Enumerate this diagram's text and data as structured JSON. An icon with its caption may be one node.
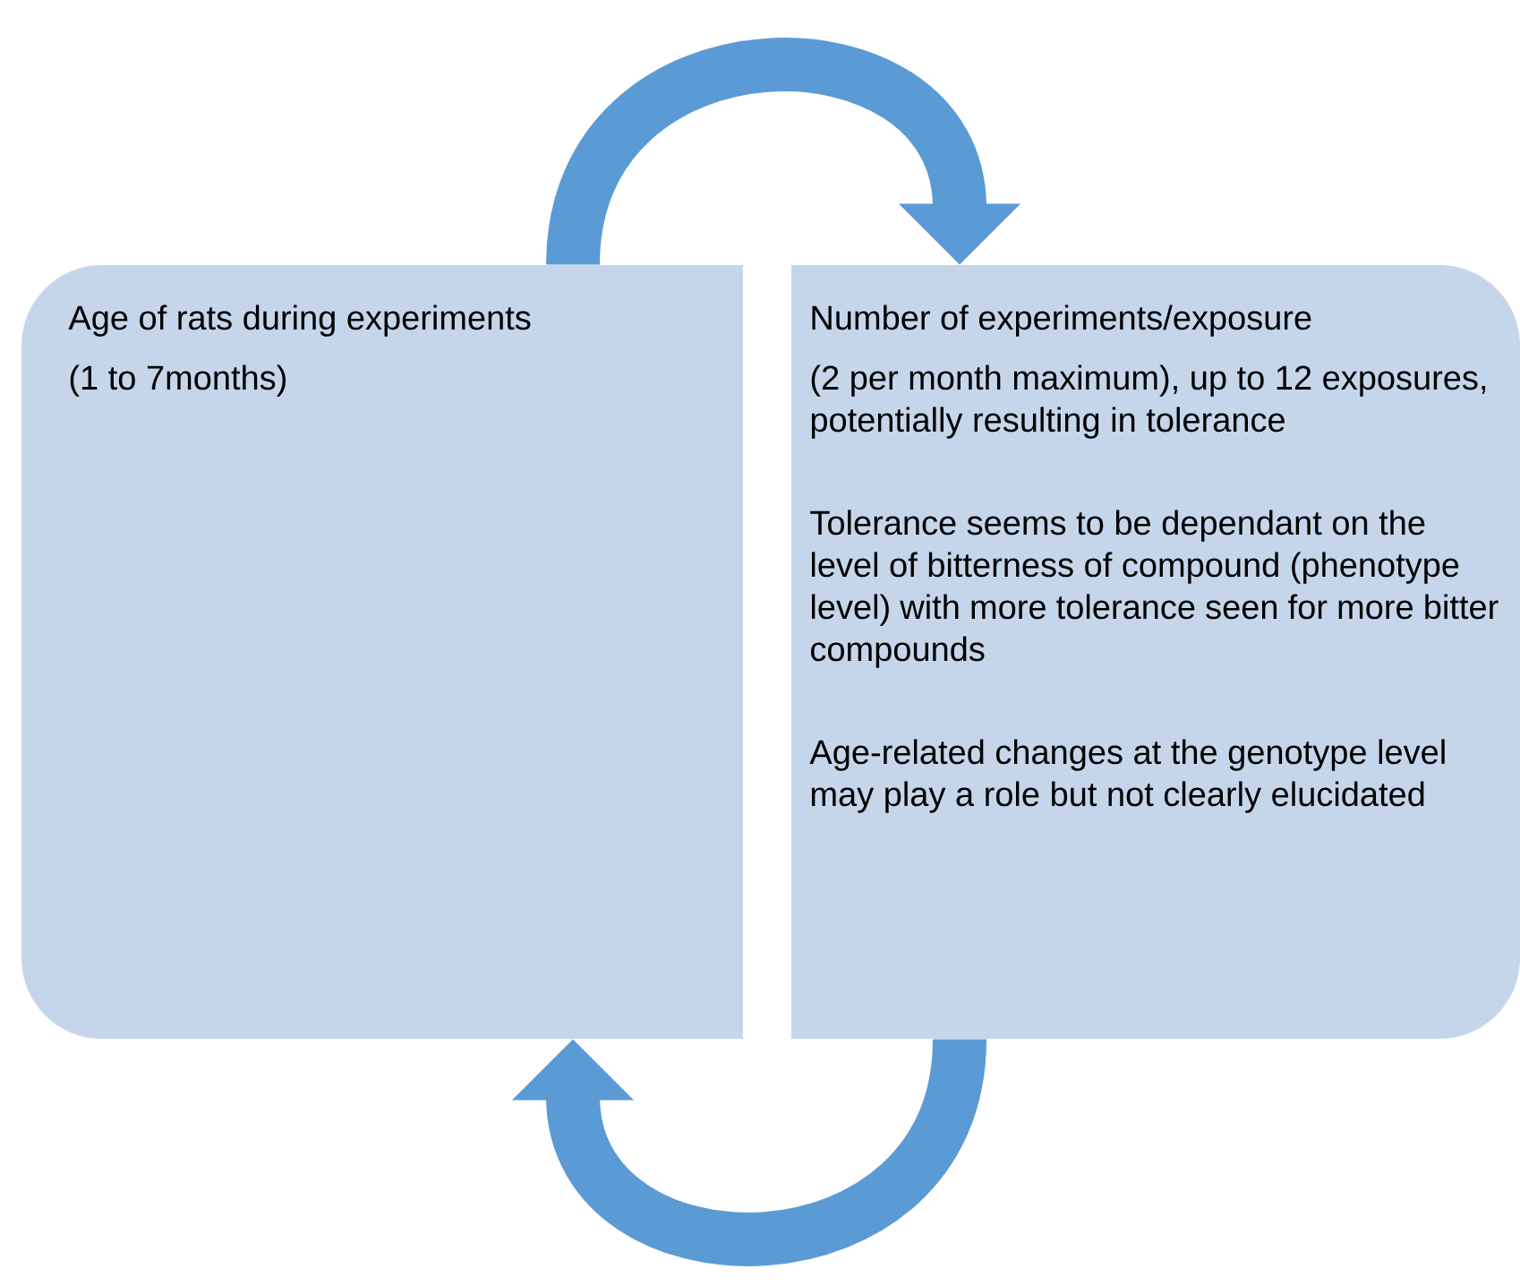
{
  "diagram": {
    "nodes": [
      {
        "text": [
          "Age of rats during experiments",
          "(1 to 7months)"
        ]
      },
      {
        "text": [
          "Number of experiments/exposure",
          "(2 per month maximum), up to 12 exposures, potentially resulting in tolerance",
          "Tolerance seems to be dependant on the level of bitterness of compound (phenotype level) with more tolerance seen for more bitter compounds",
          "Age-related changes at the genotype level may play a role but not clearly elucidated"
        ]
      }
    ],
    "edges": [
      {
        "from": 0,
        "to": 1,
        "arrow": "to"
      },
      {
        "from": 1,
        "to": 0,
        "arrow": "to"
      }
    ]
  }
}
